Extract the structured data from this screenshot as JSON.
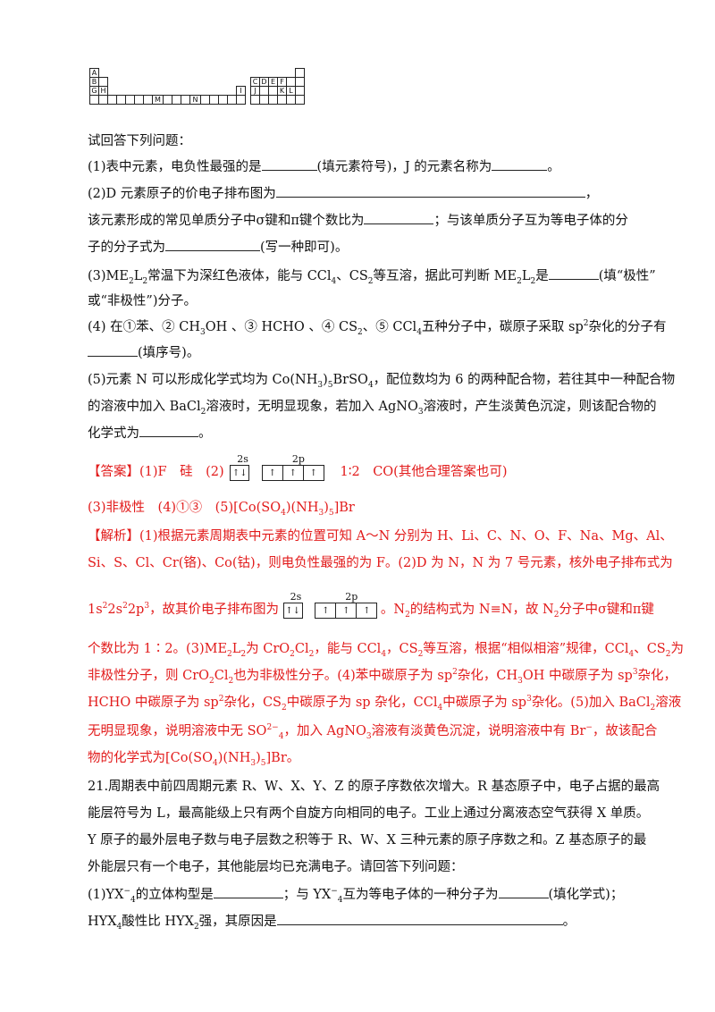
{
  "periodic_table": {
    "cells": [
      "A",
      "B",
      "G",
      "H",
      "M",
      "N",
      "C",
      "D",
      "E",
      "F",
      "I",
      "J",
      "K",
      "L"
    ]
  },
  "q_intro": "试回答下列问题：",
  "q1": {
    "a": "(1)表中元素，电负性最强的是",
    "b": "(填元素符号)，J 的元素名称为",
    "c": "。"
  },
  "q2": {
    "a": "(2)D 元素原子的价电子排布图为",
    "b": "，",
    "l2a": "该元素形成的常见单质分子中σ键和π键个数比为",
    "l2b": "；与该单质分子互为等电子体的分",
    "l3a": "子的分子式为",
    "l3b": "(写一种即可)。"
  },
  "q3": {
    "a": "(3)ME",
    "b": "L",
    "c": "常温下为深红色液体，能与 CCl",
    "d": "、CS",
    "e": "等互溶，据此可判断 ME",
    "f": "L",
    "g": "是",
    "h": "(填“极性”",
    "l2": "或“非极性”)分子。"
  },
  "q4": {
    "a": "(4) 在①苯、② CH",
    "b": "OH 、③ HCHO 、④ CS",
    "c": "、⑤ CCl",
    "d": "五种分子中，碳原子采取 sp",
    "e": "杂化的分子有",
    "l2": "(填序号)。"
  },
  "q5": {
    "l1a": "(5)元素 N 可以形成化学式均为 Co(NH",
    "l1b": ")",
    "l1c": "BrSO",
    "l1d": "，配位数均为 6 的两种配合物，若往其中一种配合物",
    "l2a": "的溶液中加入 BaCl",
    "l2b": "溶液时，无明显现象，若加入 AgNO",
    "l2c": "溶液时，产生淡黄色沉淀，则该配合物的",
    "l3": "化学式为",
    "l3b": "。"
  },
  "answer": {
    "tag": "【答案】",
    "p1": "(1)F　硅　(2)",
    "ratio": "1∶2　CO(其他合理答案也可)",
    "l2": "(3)非极性　(4)①③　(5)[Co(SO",
    "l2b": ")(NH",
    "l2c": ")",
    "l2d": "]Br"
  },
  "orbital": {
    "s_label": "2s",
    "p_label": "2p",
    "s_arrows": "↑↓",
    "p_arrows": [
      "↑",
      "↑",
      "↑"
    ]
  },
  "analysis": {
    "tag": "【解析】",
    "l1": "(1)根据元素周期表中元素的位置可知 A～N 分别为 H、Li、C、N、O、F、Na、Mg、Al、",
    "l2": "Si、S、Cl、Cr(铬)、Co(钴)，则电负性最强的为 F。(2)D 为 N，N 为 7 号元素，核外电子排布式为",
    "l3a": "1s",
    "l3b": "2s",
    "l3c": "2p",
    "l3d": "，故其价电子排布图为",
    "l3e": "。N",
    "l3f": "的结构式为 N≡N，故 N",
    "l3g": "分子中σ键和π键",
    "l4a": "个数比为 1∶2。(3)ME",
    "l4b": "L",
    "l4c": "为 CrO",
    "l4d": "Cl",
    "l4e": "，能与 CCl",
    "l4f": "，CS",
    "l4g": "等互溶，根据“相似相溶”规律，CCl",
    "l4h": "、CS",
    "l4i": "为",
    "l5a": "非极性分子，则 CrO",
    "l5b": "Cl",
    "l5c": "也为非极性分子。(4)苯中碳原子为 sp",
    "l5d": "杂化，CH",
    "l5e": "OH 中碳原子为 sp",
    "l5f": "杂化，",
    "l6a": "HCHO 中碳原子为 sp",
    "l6b": "杂化，CS",
    "l6c": "中碳原子为 sp 杂化，CCl",
    "l6d": "中碳原子为 sp",
    "l6e": "杂化。(5)加入 BaCl",
    "l6f": "溶液",
    "l7a": "无明显现象，说明溶液中无 SO",
    "l7b": "，加入 AgNO",
    "l7c": "溶液有淡黄色沉淀，说明溶液中有 Br",
    "l7d": "，故该配合",
    "l8a": "物的化学式为[Co(SO",
    "l8b": ")(NH",
    "l8c": ")",
    "l8d": "]Br。"
  },
  "q21": {
    "l1": "21.周期表中前四周期元素 R、W、X、Y、Z 的原子序数依次增大。R 基态原子中，电子占据的最高",
    "l2": "能层符号为 L，最高能级上只有两个自旋方向相同的电子。工业上通过分离液态空气获得 X 单质。",
    "l3": "Y 原子的最外层电子数与电子层数之积等于 R、W、X 三种元素的原子序数之和。Z 基态原子的最",
    "l4": "外能层只有一个电子，其他能层均已充满电子。请回答下列问题：",
    "l5a": "(1)YX",
    "l5b": "的立体构型是",
    "l5c": "；与 YX",
    "l5d": "互为等电子体的一种分子为",
    "l5e": "(填化学式)；",
    "l6a": "HYX",
    "l6b": "酸性比 HYX",
    "l6c": "强，其原因是",
    "l6d": "。"
  },
  "sub": {
    "2": "2",
    "3": "3",
    "4": "4",
    "5": "5",
    "minus": "−",
    "so4charge": "2−",
    "x4minus": "−"
  }
}
